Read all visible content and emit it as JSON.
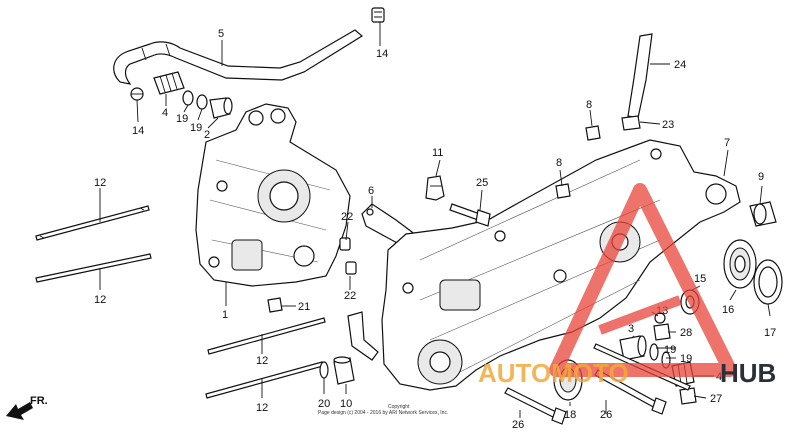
{
  "callouts": {
    "c1": "1",
    "c2": "2",
    "c3": "3",
    "c4a": "4",
    "c4b": "4",
    "c5": "5",
    "c6": "6",
    "c7": "7",
    "c8a": "8",
    "c8b": "8",
    "c9": "9",
    "c10": "10",
    "c11": "11",
    "c12a": "12",
    "c12b": "12",
    "c12c": "12",
    "c12d": "12",
    "c13": "13",
    "c14a": "14",
    "c14b": "14",
    "c15": "15",
    "c16": "16",
    "c17": "17",
    "c18": "18",
    "c19a": "19",
    "c19b": "19",
    "c19c": "19",
    "c19d": "19",
    "c20": "20",
    "c21": "21",
    "c22a": "22",
    "c22b": "22",
    "c23": "23",
    "c24": "24",
    "c25": "25",
    "c26a": "26",
    "c26b": "26",
    "c27": "27",
    "c28": "28"
  },
  "front_arrow": "FR.",
  "copyright": {
    "line1": "Copyright",
    "line2": "Page design (c) 2004 - 2016 by ARI Network Services, Inc."
  },
  "watermark": {
    "text_a": "AUTOMOTO",
    "text_b": "HUB",
    "colors": {
      "red": "#e8443a",
      "orange": "#f2a93b",
      "dark": "#2b2f3a"
    }
  }
}
